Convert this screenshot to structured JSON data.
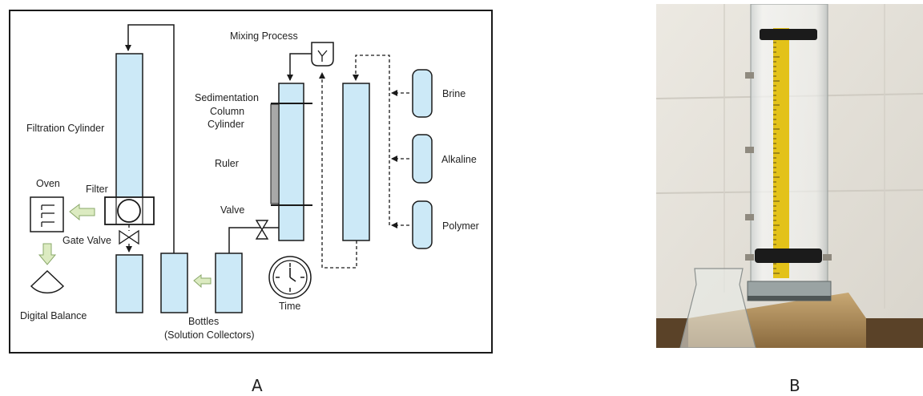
{
  "panels": {
    "a_letter": "A",
    "b_letter": "B"
  },
  "diagram": {
    "labels": {
      "mixing_process": "Mixing Process",
      "sedimentation": [
        "Sedimentation",
        "Column",
        "Cylinder"
      ],
      "filtration_cylinder": "Filtration Cylinder",
      "ruler": "Ruler",
      "valve": "Valve",
      "oven": "Oven",
      "filter": "Filter",
      "gate_valve": "Gate Valve",
      "digital_balance": "Digital Balance",
      "bottles": [
        "Bottles",
        "(Solution Collectors)"
      ],
      "time": "Time",
      "brine": "Brine",
      "alkaline": "Alkaline",
      "polymer": "Polymer"
    },
    "colors": {
      "vessel_fill": "#cce9f7",
      "arrow_fill": "#dcebc1",
      "arrow_stroke": "#8aa86a",
      "ruler_fill": "#a8a8a8",
      "line": "#1a1a1a"
    }
  },
  "photo": {
    "colors": {
      "backdrop": "#e6e3dc",
      "tape_measure": "#e3c21a",
      "clamp": "#1b1b1b",
      "wood": "#9c7a4a"
    }
  }
}
